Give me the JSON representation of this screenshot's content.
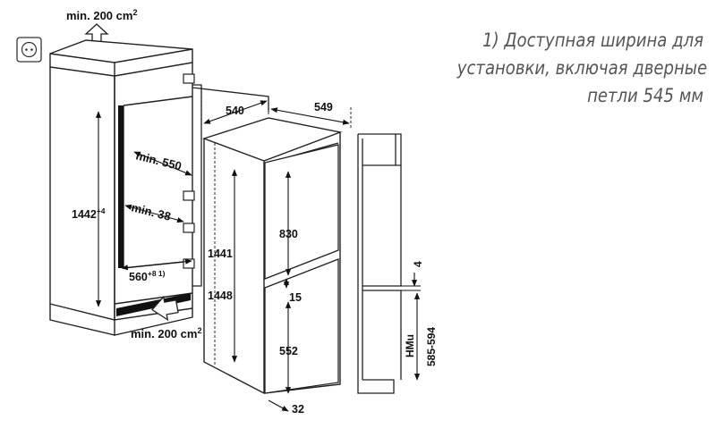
{
  "note": {
    "lines": [
      "1) Доступная ширина для",
      "установки, включая дверные",
      "петли 545 мм"
    ]
  },
  "labels": {
    "vent_top": "min. 200 cm",
    "vent_top_sup": "2",
    "vent_bottom": "min. 200 cm",
    "vent_bottom_sup": "2",
    "niche_height": "1442",
    "niche_height_sup": "+4",
    "depth_min": "min. 550",
    "gap_min": "min. 38",
    "niche_width": "560",
    "niche_width_sup": "+8 1)",
    "width_540": "540",
    "depth_549": "549",
    "height_1441": "1441",
    "height_1448": "1448",
    "upper_door": "830",
    "gap_15": "15",
    "lower_door": "552",
    "base_32": "32",
    "gap_4": "4",
    "hmu": "HMu",
    "hmu_range": "585-594"
  },
  "icons": {
    "socket": "power-socket-icon",
    "arrow": "airflow-arrow-icon"
  }
}
